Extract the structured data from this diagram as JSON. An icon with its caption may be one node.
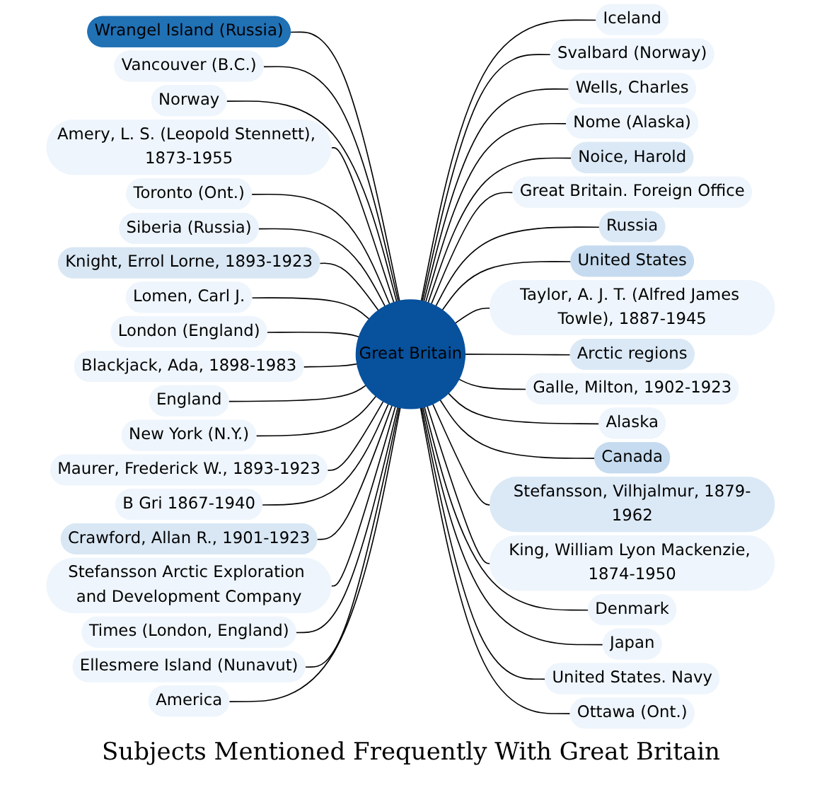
{
  "diagram": {
    "title": "Subjects Mentioned Frequently With Great Britain",
    "nodes": [
      {
        "text": [
          "Great Britain"
        ]
      },
      {
        "text": [
          "Wrangel Island (Russia)"
        ]
      },
      {
        "text": [
          "Vancouver (B.C.)"
        ]
      },
      {
        "text": [
          "Iceland"
        ]
      },
      {
        "text": [
          "Norway"
        ]
      },
      {
        "text": [
          "Svalbard (Norway)"
        ]
      },
      {
        "text": [
          "Amery, L. S. (Leopold Stennett), 1873-1955"
        ]
      },
      {
        "text": [
          "Wells, Charles"
        ]
      },
      {
        "text": [
          "Nome (Alaska)"
        ]
      },
      {
        "text": [
          "Toronto (Ont.)"
        ]
      },
      {
        "text": [
          "Noice, Harold"
        ]
      },
      {
        "text": [
          "Siberia (Russia)"
        ]
      },
      {
        "text": [
          "Great Britain. Foreign Office"
        ]
      },
      {
        "text": [
          "Knight, Errol Lorne, 1893-1923"
        ]
      },
      {
        "text": [
          "Lomen, Carl J."
        ]
      },
      {
        "text": [
          "Russia"
        ]
      },
      {
        "text": [
          "United States"
        ]
      },
      {
        "text": [
          "Taylor, A. J. T. (Alfred James Towle), 1887-1945"
        ]
      },
      {
        "text": [
          "London (England)"
        ]
      },
      {
        "text": [
          "Blackjack, Ada, 1898-1983"
        ]
      },
      {
        "text": [
          "Arctic regions"
        ]
      },
      {
        "text": [
          "Galle, Milton, 1902-1923"
        ]
      },
      {
        "text": [
          "England"
        ]
      },
      {
        "text": [
          "New York (N.Y.)"
        ]
      },
      {
        "text": [
          "Alaska"
        ]
      },
      {
        "text": [
          "Canada"
        ]
      },
      {
        "text": [
          "Stefansson, Vilhjalmur, 1879-1962"
        ]
      },
      {
        "text": [
          "Maurer, Frederick W., 1893-1923"
        ]
      },
      {
        "text": [
          "King, William Lyon Mackenzie, 1874-1950"
        ]
      },
      {
        "text": [
          "B Gri 1867-1940"
        ]
      },
      {
        "text": [
          "Crawford, Allan R., 1901-1923"
        ]
      },
      {
        "text": [
          "Stefansson Arctic Exploration and Development Company"
        ]
      },
      {
        "text": [
          "Denmark"
        ]
      },
      {
        "text": [
          "Times (London, England)"
        ]
      },
      {
        "text": [
          "Japan"
        ]
      },
      {
        "text": [
          "United States. Navy"
        ]
      },
      {
        "text": [
          "Ottawa (Ont.)"
        ]
      },
      {
        "text": [
          "Ellesmere Island (Nunavut)"
        ]
      },
      {
        "text": [
          "America"
        ]
      }
    ],
    "edges": [
      {
        "from": 1,
        "to": 0,
        "arrow": "none"
      },
      {
        "from": 2,
        "to": 0,
        "arrow": "none"
      },
      {
        "from": 0,
        "to": 3,
        "arrow": "none"
      },
      {
        "from": 4,
        "to": 0,
        "arrow": "none"
      },
      {
        "from": 0,
        "to": 5,
        "arrow": "none"
      },
      {
        "from": 6,
        "to": 0,
        "arrow": "none"
      },
      {
        "from": 0,
        "to": 7,
        "arrow": "none"
      },
      {
        "from": 0,
        "to": 8,
        "arrow": "none"
      },
      {
        "from": 9,
        "to": 0,
        "arrow": "none"
      },
      {
        "from": 0,
        "to": 10,
        "arrow": "none"
      },
      {
        "from": 11,
        "to": 0,
        "arrow": "none"
      },
      {
        "from": 0,
        "to": 12,
        "arrow": "none"
      },
      {
        "from": 13,
        "to": 0,
        "arrow": "none"
      },
      {
        "from": 14,
        "to": 0,
        "arrow": "none"
      },
      {
        "from": 0,
        "to": 15,
        "arrow": "none"
      },
      {
        "from": 0,
        "to": 16,
        "arrow": "none"
      },
      {
        "from": 0,
        "to": 17,
        "arrow": "none"
      },
      {
        "from": 18,
        "to": 0,
        "arrow": "none"
      },
      {
        "from": 19,
        "to": 0,
        "arrow": "none"
      },
      {
        "from": 0,
        "to": 20,
        "arrow": "none"
      },
      {
        "from": 0,
        "to": 21,
        "arrow": "none"
      },
      {
        "from": 22,
        "to": 0,
        "arrow": "none"
      },
      {
        "from": 23,
        "to": 0,
        "arrow": "none"
      },
      {
        "from": 0,
        "to": 24,
        "arrow": "none"
      },
      {
        "from": 0,
        "to": 25,
        "arrow": "none"
      },
      {
        "from": 0,
        "to": 26,
        "arrow": "none"
      },
      {
        "from": 27,
        "to": 0,
        "arrow": "none"
      },
      {
        "from": 0,
        "to": 28,
        "arrow": "none"
      },
      {
        "from": 29,
        "to": 0,
        "arrow": "none"
      },
      {
        "from": 30,
        "to": 0,
        "arrow": "none"
      },
      {
        "from": 31,
        "to": 0,
        "arrow": "none"
      },
      {
        "from": 0,
        "to": 32,
        "arrow": "none"
      },
      {
        "from": 33,
        "to": 0,
        "arrow": "none"
      },
      {
        "from": 0,
        "to": 34,
        "arrow": "none"
      },
      {
        "from": 0,
        "to": 35,
        "arrow": "none"
      },
      {
        "from": 0,
        "to": 36,
        "arrow": "none"
      },
      {
        "from": 37,
        "to": 0,
        "arrow": "none"
      },
      {
        "from": 38,
        "to": 0,
        "arrow": "none"
      }
    ]
  }
}
